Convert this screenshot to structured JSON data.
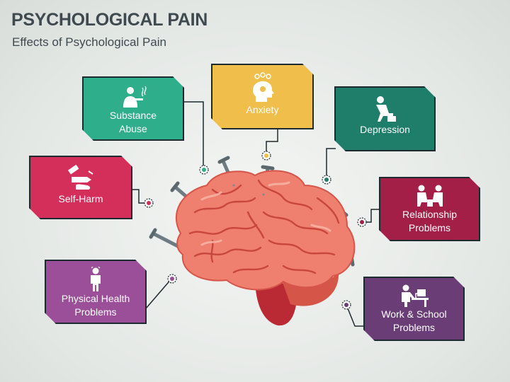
{
  "header": {
    "title": "PSYCHOLOGICAL PAIN",
    "subtitle": "Effects of Psychological Pain"
  },
  "effects": [
    {
      "id": "substance-abuse",
      "line1": "Substance",
      "line2": "Abuse",
      "icon": "smoking-person-icon",
      "color": "#2fae8b"
    },
    {
      "id": "anxiety",
      "line1": "Anxiety",
      "line2": "",
      "icon": "head-gears-icon",
      "color": "#f0be4a"
    },
    {
      "id": "depression",
      "line1": "Depression",
      "line2": "",
      "icon": "sad-person-icon",
      "color": "#1f7e6a"
    },
    {
      "id": "self-harm",
      "line1": "Self-Harm",
      "line2": "",
      "icon": "razor-hand-icon",
      "color": "#d42f5b"
    },
    {
      "id": "relationship-problems",
      "line1": "Relationship",
      "line2": "Problems",
      "icon": "arguing-couple-icon",
      "color": "#a31f47"
    },
    {
      "id": "physical-health-problems",
      "line1": "Physical Health",
      "line2": "Problems",
      "icon": "stressed-person-icon",
      "color": "#9a4f98"
    },
    {
      "id": "work-school-problems",
      "line1": "Work & School",
      "line2": "Problems",
      "icon": "desk-worker-icon",
      "color": "#6a3d77"
    }
  ],
  "colors": {
    "brain": "#ef7f6e",
    "brain_dark": "#d65549",
    "nail": "#7b8a90",
    "connector": "#1d2a30"
  },
  "central_image": "brain-with-nails-icon"
}
